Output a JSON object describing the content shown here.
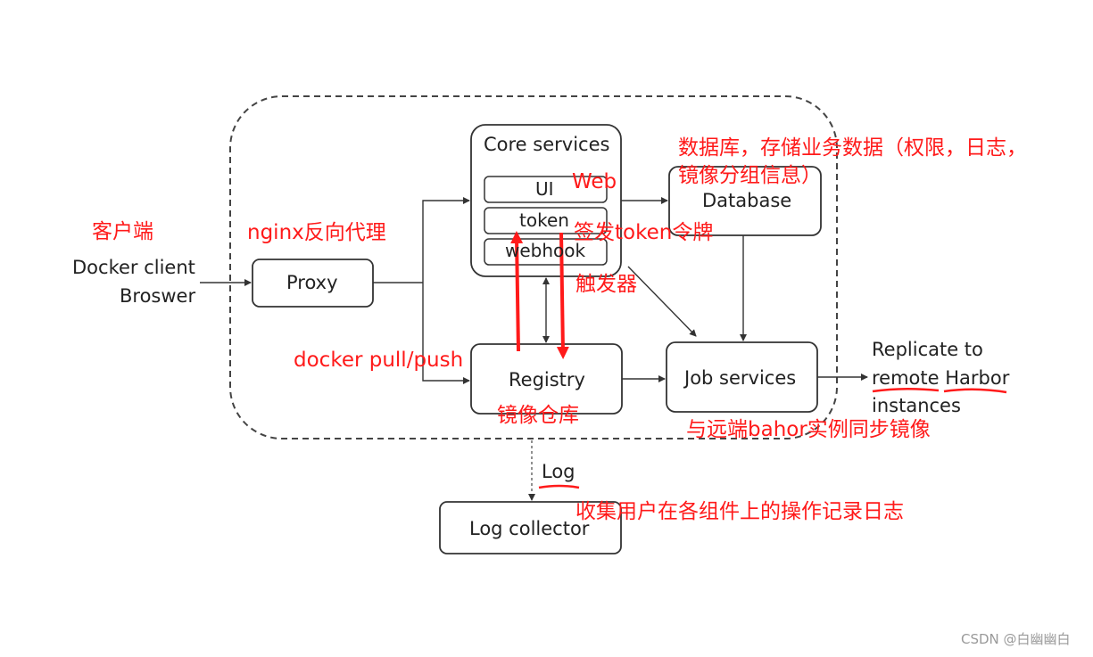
{
  "diagram": {
    "client": {
      "line1": "Docker client",
      "line2": "Broswer"
    },
    "proxy": "Proxy",
    "core": {
      "title": "Core services",
      "items": [
        "UI",
        "token",
        "webhook"
      ]
    },
    "database": "Database",
    "registry": "Registry",
    "job": "Job services",
    "replicate": {
      "line1": "Replicate to",
      "line2": "remote Harbor",
      "line3": "instances"
    },
    "log": "Log",
    "log_collector": "Log collector"
  },
  "annotations": {
    "client": "客户端",
    "proxy": "nginx反向代理",
    "web": "Web",
    "database_line1": "数据库，存储业务数据（权限，日志，",
    "database_line2": "镜像分组信息）",
    "token": "签发token令牌",
    "webhook": "触发器",
    "pull_push": "docker pull/push",
    "registry": "镜像仓库",
    "job": "与远端bahor实例同步镜像",
    "log": "收集用户在各组件上的操作记录日志"
  },
  "watermark": "CSDN @白幽幽白",
  "colors": {
    "annotation": "#ff1a1a",
    "stroke": "#333333"
  }
}
